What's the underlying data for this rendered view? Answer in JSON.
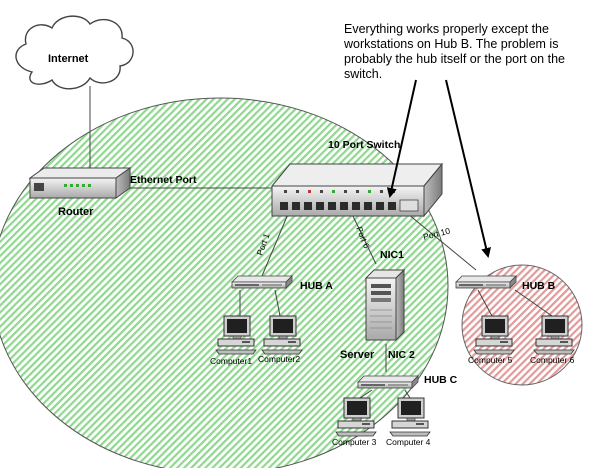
{
  "annotation": "Everything works properly except the workstations on Hub B.  The problem is probably the hub itself or the port on the switch.",
  "labels": {
    "internet": "Internet",
    "router": "Router",
    "ethernet_port": "Ethernet Port",
    "switch": "10 Port Switch",
    "port1": "Port 1",
    "port6": "Port 6",
    "port10": "Port 10",
    "nic1": "NIC1",
    "nic2": "NIC 2",
    "server": "Server",
    "hub_a": "HUB A",
    "hub_b": "HUB B",
    "hub_c": "HUB C",
    "computer1": "Computer1",
    "computer2": "Computer2",
    "computer3": "Computer 3",
    "computer4": "Computer 4",
    "computer5": "Computer 5",
    "computer6": "Computer 6"
  },
  "colors": {
    "main_zone": "#9fe09f",
    "fault_zone": "#e8a0a0",
    "hatch": "#ffffff"
  }
}
